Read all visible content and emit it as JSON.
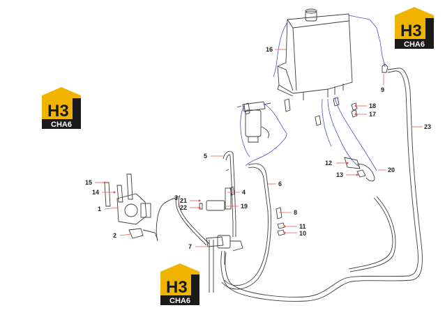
{
  "logo": {
    "letters": "H3",
    "caption": "CHA6",
    "accent": "#f0b400",
    "dark": "#1a1a1a"
  },
  "callouts": [
    "1",
    "2",
    "3",
    "4",
    "5",
    "6",
    "7",
    "8",
    "9",
    "10",
    "11",
    "12",
    "13",
    "14",
    "15",
    "16",
    "17",
    "18",
    "19",
    "20",
    "21",
    "22",
    "23"
  ],
  "colors": {
    "line": "#3a3a3a",
    "hose": "#4a4fc4",
    "leader": "#e25a5a",
    "label": "#222222"
  }
}
